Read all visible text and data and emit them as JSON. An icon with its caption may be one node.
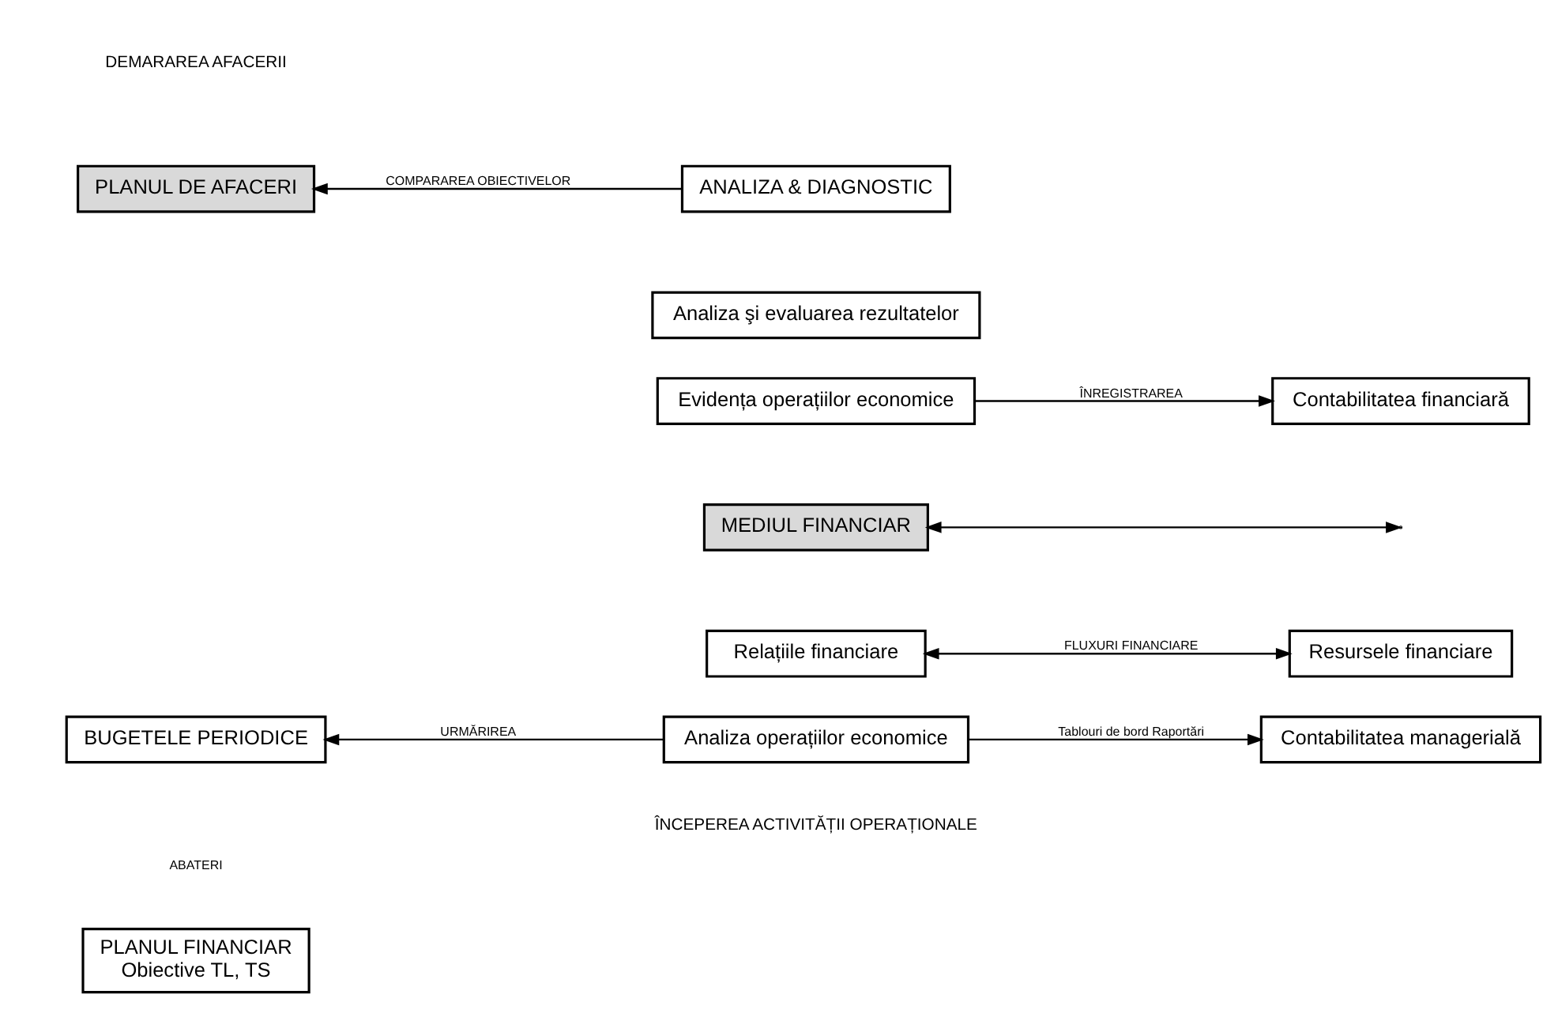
{
  "diagram": {
    "nodes": [
      {
        "text": [
          "PLANUL DE AFACERI"
        ]
      },
      {
        "text": [
          "ANALIZA & DIAGNOSTIC"
        ]
      },
      {
        "text": [
          "PLANUL FINANCIAR",
          "Obiective TL, TS"
        ]
      },
      {
        "text": [
          "Analiza şi evaluarea rezultatelor"
        ]
      },
      {
        "text": [
          "BUGETELE PERIODICE"
        ]
      },
      {
        "text": [
          "Analiza operațiilor economice"
        ]
      },
      {
        "text": [
          "Contabilitatea managerială"
        ]
      },
      {
        "text": [
          "Evidența operațiilor economice"
        ]
      },
      {
        "text": [
          "Contabilitatea financiară"
        ]
      },
      {
        "text": [
          "MEDIUL FINANCIAR"
        ]
      },
      {
        "text": [
          "Relațiile financiare"
        ]
      },
      {
        "text": [
          "Resursele financiare"
        ]
      }
    ],
    "edges": [
      {
        "from": 1,
        "to": 0,
        "arrow": "to",
        "label": "COMPARAREA OBIECTIVELOR"
      },
      {
        "from": 5,
        "to": 4,
        "arrow": "to",
        "label": "URMĂRIREA"
      },
      {
        "from": 5,
        "to": 6,
        "arrow": "to",
        "label": "Tablouri de bord Raportări"
      },
      {
        "from": 7,
        "to": 8,
        "arrow": "to",
        "label": "ÎNREGISTRAREA"
      },
      {
        "from": 9,
        "to": null,
        "arrow": "both"
      },
      {
        "from": 10,
        "to": 11,
        "arrow": "both",
        "label": "FLUXURI FINANCIARE"
      }
    ],
    "labels": [
      "DEMARAREA AFACERII",
      "ÎNCEPEREA ACTIVITĂȚII OPERAȚIONALE",
      "ABATERI"
    ]
  }
}
